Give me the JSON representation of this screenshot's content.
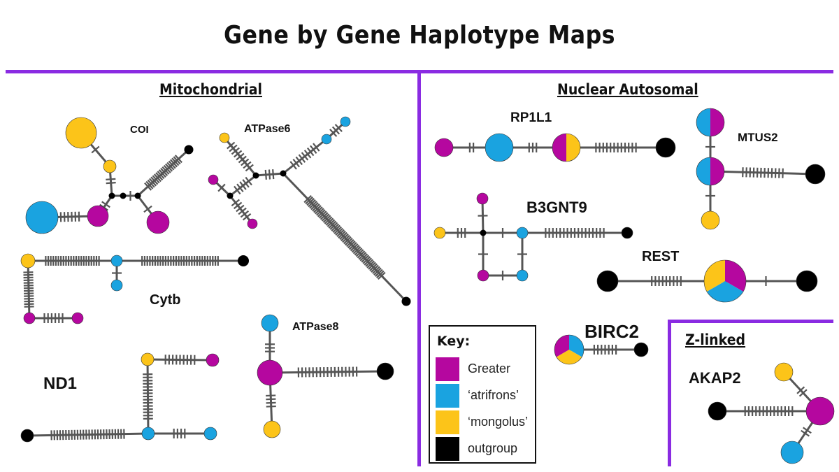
{
  "title": "Gene by Gene Haplotype Maps",
  "colors": {
    "greater": "#b5079f",
    "atrifrons": "#1aa3e0",
    "mongolus": "#fcc419",
    "outgroup": "#000000",
    "divider": "#8a2be2",
    "edge": "#555555"
  },
  "sections": {
    "mitochondrial": "Mitochondrial",
    "nuclear": "Nuclear Autosomal",
    "zlinked": "Z-linked"
  },
  "genes": {
    "coi": "COI",
    "atpase6": "ATPase6",
    "cytb": "Cytb",
    "nd1": "ND1",
    "atpase8": "ATPase8",
    "rp1l1": "RP1L1",
    "mtus2": "MTUS2",
    "b3gnt9": "B3GNT9",
    "rest": "REST",
    "birc2": "BIRC2",
    "akap2": "AKAP2"
  },
  "key": {
    "title": "Key:",
    "items": [
      {
        "label": "Greater",
        "group": "greater"
      },
      {
        "label": "‘atrifrons’",
        "group": "atrifrons"
      },
      {
        "label": "‘mongolus’",
        "group": "mongolus"
      },
      {
        "label": "outgroup",
        "group": "outgroup"
      }
    ]
  }
}
